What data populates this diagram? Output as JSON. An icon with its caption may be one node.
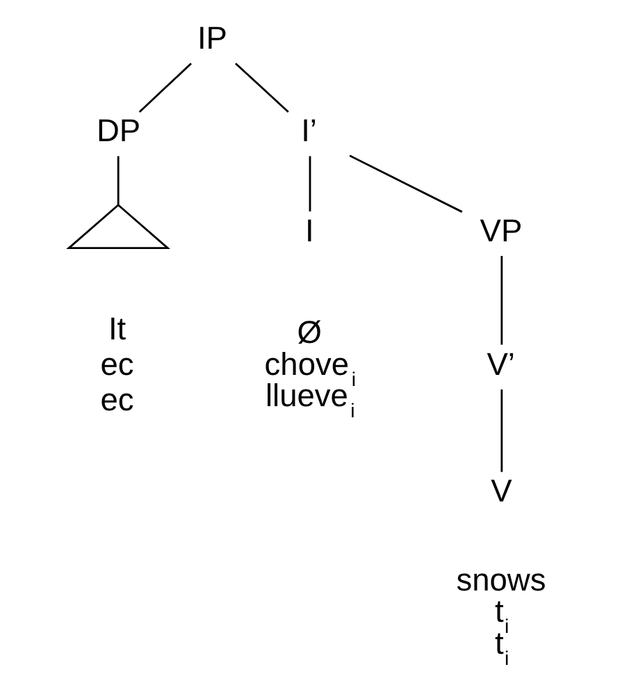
{
  "diagram": {
    "nodes": [
      {
        "text": [
          "IP"
        ]
      },
      {
        "text": [
          "DP"
        ]
      },
      {
        "text": [],
        "shape": "triangle",
        "beside": [
          "It",
          "ec",
          "ec"
        ]
      },
      {
        "text": [
          "I’"
        ]
      },
      {
        "text": [
          "I"
        ],
        "beside": [
          "Ø",
          "chove$_{i}$",
          "llueve$_{i}$"
        ]
      },
      {
        "text": [
          "VP"
        ]
      },
      {
        "text": [
          "V’"
        ]
      },
      {
        "text": [
          "V"
        ],
        "beside": [
          "snows",
          "t$_{i}$",
          "t$_{i}$"
        ]
      }
    ],
    "edges": [
      {
        "from": 0,
        "to": 1,
        "arrow": "none"
      },
      {
        "from": 0,
        "to": 3,
        "arrow": "none"
      },
      {
        "from": 1,
        "to": 2,
        "arrow": "none"
      },
      {
        "from": 3,
        "to": 4,
        "arrow": "none"
      },
      {
        "from": 3,
        "to": 5,
        "arrow": "none"
      },
      {
        "from": 5,
        "to": 6,
        "arrow": "none"
      },
      {
        "from": 6,
        "to": 7,
        "arrow": "none"
      }
    ]
  }
}
